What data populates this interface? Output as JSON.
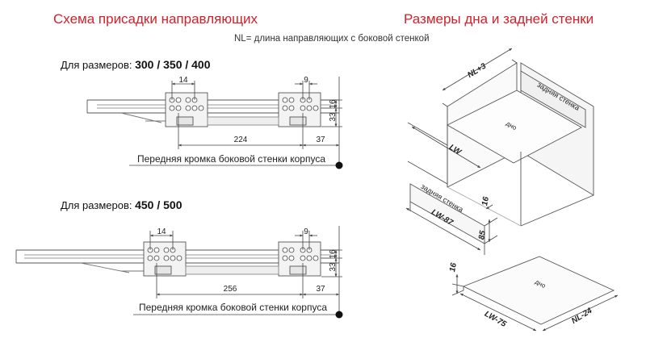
{
  "titles": {
    "left": "Схема присадки направляющих",
    "right": "Размеры дна и задней стенки"
  },
  "note": "NL= длина направляющих с боковой стенкой",
  "section1": {
    "label_prefix": "Для размеров:",
    "label_values": "300 / 350 / 400",
    "dims": {
      "a": "14",
      "b": "9",
      "c": "16",
      "d": "33",
      "e": "224",
      "f": "37"
    },
    "edge_caption": "Передняя кромка боковой стенки корпуса"
  },
  "section2": {
    "label_prefix": "Для размеров:",
    "label_values": "450 / 500",
    "dims": {
      "a": "14",
      "b": "9",
      "c": "16",
      "d": "33",
      "e": "256",
      "f": "37"
    },
    "edge_caption": "Передняя кромка боковой стенки корпуса"
  },
  "box": {
    "top_width": "NL+3",
    "back_wall_text": "задняя стенка",
    "bottom_text": "дно",
    "depth": "LW"
  },
  "back_wall": {
    "text": "задняя стенка",
    "width": "LW-87",
    "thickness": "16",
    "height": "85"
  },
  "bottom_panel": {
    "text": "дно",
    "thickness": "16",
    "width": "LW-75",
    "depth": "NL-24"
  },
  "colors": {
    "accent": "#d4202a",
    "line": "#333333",
    "dim": "#555555"
  }
}
